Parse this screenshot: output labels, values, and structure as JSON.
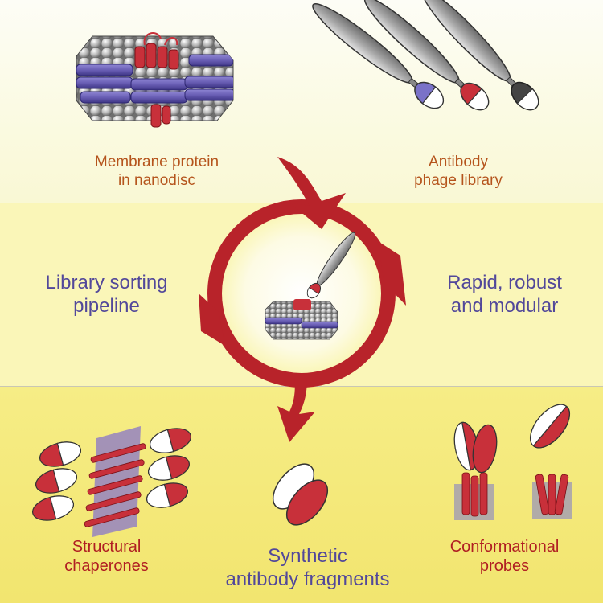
{
  "labels": {
    "membrane_protein": [
      "Membrane protein",
      "in nanodisc"
    ],
    "phage_library": [
      "Antibody",
      "phage library"
    ],
    "library_sorting": [
      "Library sorting",
      "pipeline"
    ],
    "rapid_robust": [
      "Rapid, robust",
      "and modular"
    ],
    "structural_chaperones": [
      "Structural",
      "chaperones"
    ],
    "synthetic_fragments": [
      "Synthetic",
      "antibody fragments"
    ],
    "conformational_probes": [
      "Conformational",
      "probes"
    ]
  },
  "colors": {
    "cycle_red": "#b8232a",
    "domain_red": "#c8303a",
    "scaffold_purple": "#6a5fb5",
    "lipid_grey": "#9c9c9c",
    "label_orange": "#b5541c",
    "label_purple": "#52489a",
    "label_red": "#b01e22"
  }
}
